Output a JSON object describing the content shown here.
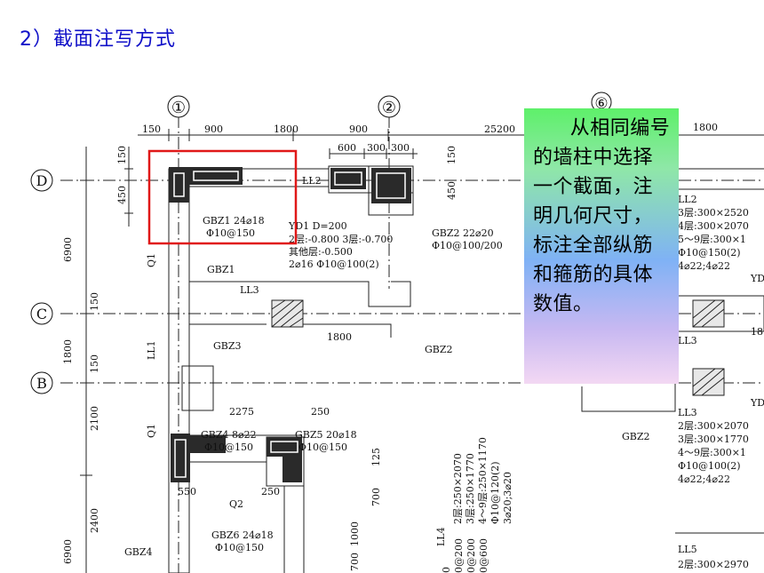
{
  "slide": {
    "title": "2）截面注写方式"
  },
  "annotation": {
    "text": "从相同编号的墙柱中选择一个截面，注明几何尺寸，标注全部纵筋和箍筋的具体数值。"
  },
  "drawing": {
    "axis_numbers": [
      "①",
      "②",
      "⑥"
    ],
    "axis_letters": [
      "D",
      "C",
      "B"
    ],
    "top_dims": [
      "150",
      "900",
      "1800",
      "900",
      "25200",
      "1800",
      "600",
      "300",
      "300"
    ],
    "side_dims": [
      "150",
      "450",
      "6900",
      "150",
      "1800",
      "150",
      "2100",
      "2400",
      "6900",
      "150",
      "450"
    ],
    "labels": {
      "ll2": "LL2",
      "gbz1_note": "GBZ1 24⌀18",
      "gbz1_stirrup": "Φ10@150",
      "yd1": "YD1 D=200",
      "yd1_levels": "2层:-0.800 3层:-0.700",
      "yd1_other": "其他层:-0.500",
      "yd1_bars": "2⌀16 Φ10@100(2)",
      "gbz2_note": "GBZ2 22⌀20",
      "gbz2_stirrup": "Φ10@100/200",
      "q1_a": "Q1",
      "gbz1_b": "GBZ1",
      "ll3": "LL3",
      "dim_1800": "1800",
      "gbz2_b": "GBZ2",
      "ll1": "LL1",
      "gbz3": "GBZ3",
      "dim_2275": "2275",
      "dim_250": "250",
      "q1_b": "Q1",
      "gbz4_note": "GBZ4 8⌀22",
      "gbz4_stirrup": "Φ10@150",
      "gbz5_note": "GBZ5 20⌀18",
      "gbz5_stirrup": "Φ10@150",
      "dim_125": "125",
      "dim_550": "550",
      "dim_250b": "250",
      "q2": "Q2",
      "dim_700": "700",
      "gbz6_note": "GBZ6 24⌀18",
      "gbz6_stirrup": "Φ10@150",
      "gbz4_b": "GBZ4",
      "dim_700b": "700",
      "dim_1000": "1000",
      "ll4": "LL4",
      "ll4_v1": "2层:250×2070",
      "ll4_v2": "3层:250×1770",
      "ll4_v3": "4～9层:250×1170",
      "ll4_v4": "Φ10@120(2)",
      "ll4_v5": "3⌀20;3⌀20",
      "bottom_a": "0@200",
      "bottom_b": "0@200",
      "bottom_c": "0@600",
      "bottom_d": "0",
      "r_ll2": "LL2",
      "r_ll2_1": "3层:300×2520",
      "r_ll2_2": "4层:300×2070",
      "r_ll2_3": "5～9层:300×1",
      "r_ll2_4": "Φ10@150(2)",
      "r_ll2_5": "4⌀22;4⌀22",
      "r_yd": "YD",
      "r_18": "18",
      "r_ll3a": "LL3",
      "r_yd2": "YD",
      "r_ll3": "LL3",
      "r_ll3_1": "2层:300×2070",
      "r_ll3_2": "3层:300×1770",
      "r_ll3_3": "4～9层:300×1",
      "r_ll3_4": "Φ10@100(2)",
      "r_ll3_5": "4⌀22;4⌀22",
      "r_gbz2": "GBZ2",
      "r_ll5": "LL5",
      "r_ll5_1": "2层:300×2970"
    },
    "highlight_color": "#e01818"
  }
}
